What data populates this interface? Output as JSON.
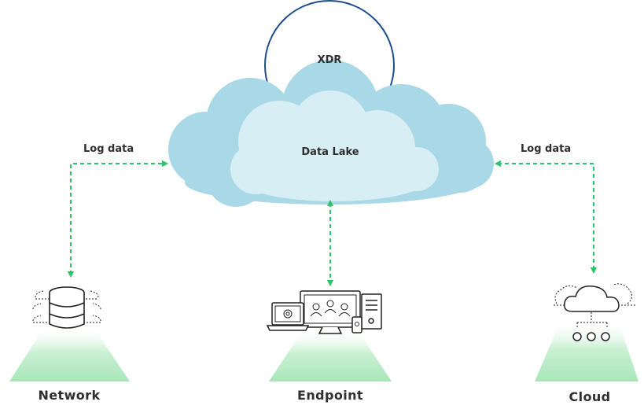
{
  "xdr": {
    "label": "XDR"
  },
  "data_lake": {
    "label": "Data Lake"
  },
  "links": {
    "left_label": "Log data",
    "right_label": "Log data"
  },
  "nodes": {
    "network": {
      "label": "Network",
      "icon": "database-server-icon"
    },
    "endpoint": {
      "label": "Endpoint",
      "icon": "endpoint-devices-icon"
    },
    "cloud": {
      "label": "Cloud",
      "icon": "cloud-network-icon"
    }
  },
  "colors": {
    "cloud_outer": "#a9d8e6",
    "cloud_inner": "#d6eef4",
    "xdr_ring": "#1e4b8a",
    "arrow": "#2ec46a",
    "beam": "#b8ecc6",
    "icon": "#222222"
  }
}
